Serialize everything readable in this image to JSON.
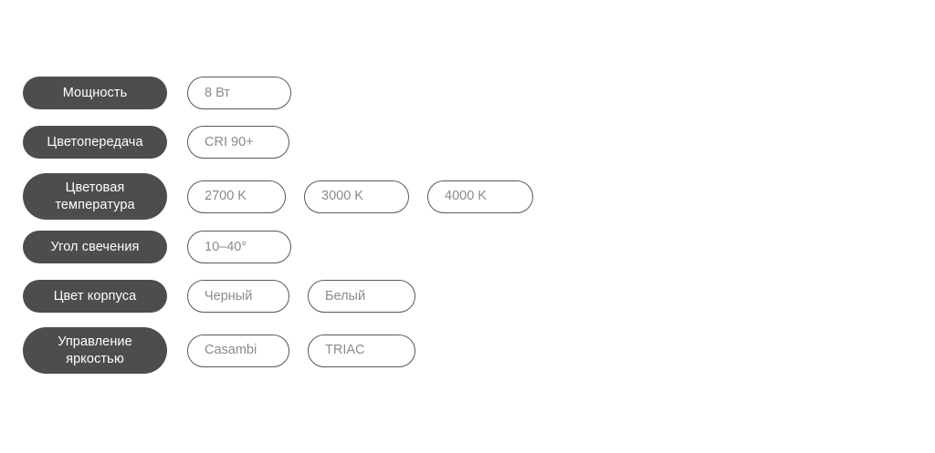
{
  "page": {
    "background": "#ffffff",
    "label_pill_color": "#4d4d4d",
    "label_text_color": "#ffffff",
    "value_border_color": "#585858",
    "value_text_color": "#8a8a8a"
  },
  "rows": [
    {
      "label": "Мощность",
      "label_lines": [
        "Мощность"
      ],
      "values": [
        "8 Вт"
      ]
    },
    {
      "label": "Цветопередача",
      "label_lines": [
        "Цветопередача"
      ],
      "values": [
        "CRI 90+"
      ]
    },
    {
      "label": "Цветовая температура",
      "label_lines": [
        "Цветовая",
        "температура"
      ],
      "values": [
        "2700 K",
        "3000 K",
        "4000 K"
      ]
    },
    {
      "label": "Угол свечения",
      "label_lines": [
        "Угол свечения"
      ],
      "values": [
        "10–40°"
      ]
    },
    {
      "label": "Цвет корпуса",
      "label_lines": [
        "Цвет корпуса"
      ],
      "values": [
        "Черный",
        "Белый"
      ]
    },
    {
      "label": "Управление яркостью",
      "label_lines": [
        "Управление",
        "яркостью"
      ],
      "values": [
        "Casambi",
        "TRIAC"
      ]
    }
  ]
}
